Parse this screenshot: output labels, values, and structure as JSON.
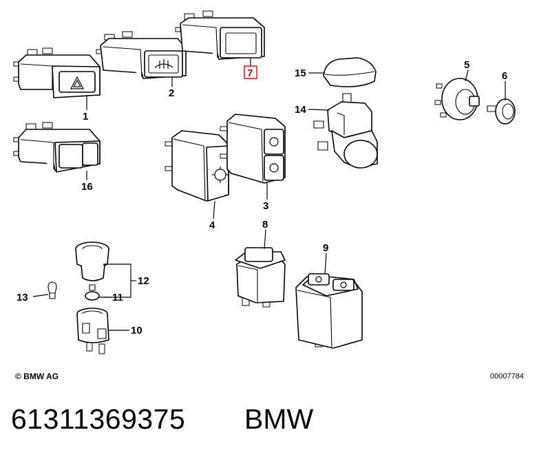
{
  "diagram": {
    "callouts": [
      {
        "id": "1",
        "label": "1"
      },
      {
        "id": "2",
        "label": "2"
      },
      {
        "id": "3",
        "label": "3"
      },
      {
        "id": "4",
        "label": "4"
      },
      {
        "id": "5",
        "label": "5"
      },
      {
        "id": "6",
        "label": "6"
      },
      {
        "id": "7",
        "label": "7",
        "highlighted": true
      },
      {
        "id": "8",
        "label": "8"
      },
      {
        "id": "9",
        "label": "9"
      },
      {
        "id": "10",
        "label": "10"
      },
      {
        "id": "11",
        "label": "11"
      },
      {
        "id": "12",
        "label": "12"
      },
      {
        "id": "13",
        "label": "13"
      },
      {
        "id": "14",
        "label": "14"
      },
      {
        "id": "15",
        "label": "15"
      },
      {
        "id": "16",
        "label": "16"
      }
    ],
    "highlight_color": "#e00000",
    "copyright": "© BMW AG",
    "reference_code": "00007784"
  },
  "footer": {
    "part_number": "61311369375",
    "brand": "BMW"
  }
}
